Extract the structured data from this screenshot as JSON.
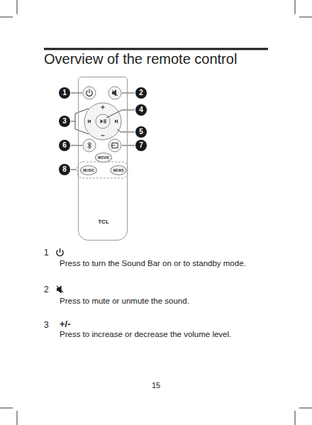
{
  "diagram": {
    "title": "Overview of the remote control",
    "nodes": [
      {
        "text": [
          "TCL"
        ]
      },
      {
        "text": [
          "MOVIE"
        ],
        "in": 0
      },
      {
        "text": [
          "MUSIC"
        ],
        "in": 0
      },
      {
        "text": [
          "NEWS"
        ],
        "in": 0
      },
      {
        "text": [
          "1"
        ]
      },
      {
        "text": [
          "2"
        ]
      },
      {
        "text": [
          "3"
        ]
      },
      {
        "text": [
          "4"
        ]
      },
      {
        "text": [
          "5"
        ]
      },
      {
        "text": [
          "6"
        ]
      },
      {
        "text": [
          "7"
        ]
      },
      {
        "text": [
          "8"
        ]
      }
    ],
    "labels": [
      "1",
      "Press to turn the Sound Bar on or to standby mode.",
      "2",
      "Press to mute or unmute the sound.",
      "3",
      "+/-",
      "Press to increase or decrease the volume level.",
      "15"
    ]
  }
}
